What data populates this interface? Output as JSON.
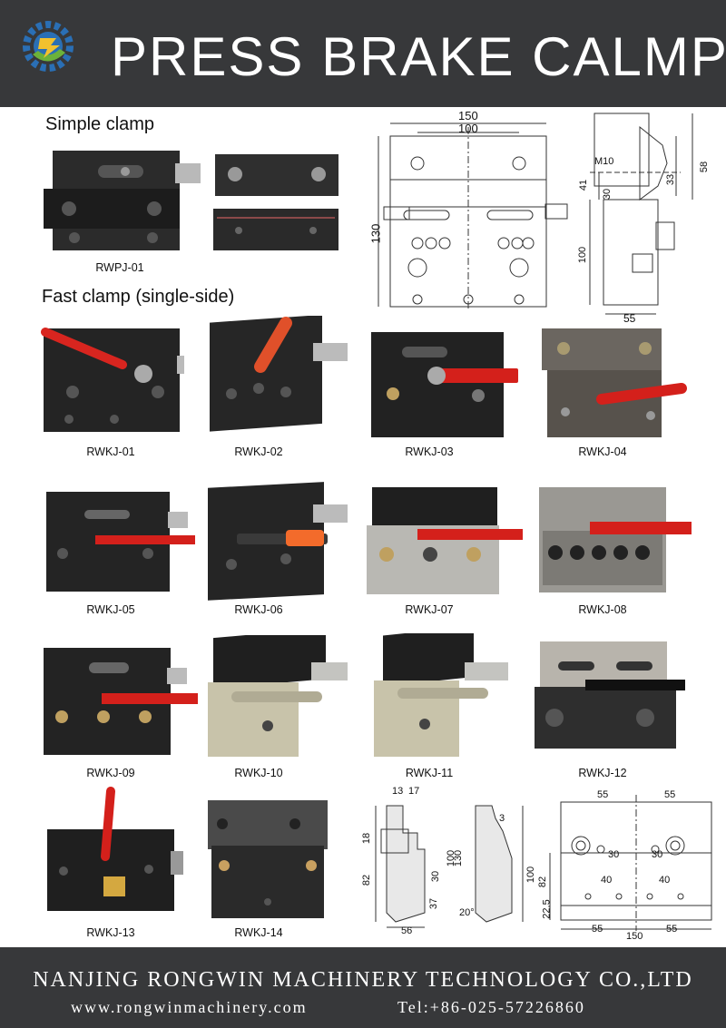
{
  "header": {
    "title": "PRESS BRAKE CALMP"
  },
  "sections": {
    "simple": "Simple clamp",
    "fast": "Fast clamp (single-side)"
  },
  "products": {
    "rwpj01": "RWPJ-01",
    "rwkj01": "RWKJ-01",
    "rwkj02": "RWKJ-02",
    "rwkj03": "RWKJ-03",
    "rwkj04": "RWKJ-04",
    "rwkj05": "RWKJ-05",
    "rwkj06": "RWKJ-06",
    "rwkj07": "RWKJ-07",
    "rwkj08": "RWKJ-08",
    "rwkj09": "RWKJ-09",
    "rwkj10": "RWKJ-10",
    "rwkj11": "RWKJ-11",
    "rwkj12": "RWKJ-12",
    "rwkj13": "RWKJ-13",
    "rwkj14": "RWKJ-14"
  },
  "drawing_top": {
    "front": {
      "w150": "150",
      "w100": "100",
      "h130": "130"
    },
    "side": {
      "m10": "M10",
      "h41": "41",
      "h30": "30",
      "h33": "33",
      "h58": "58",
      "h100": "100",
      "w55": "55"
    }
  },
  "drawing_bottom": {
    "left": {
      "d13": "13",
      "d17": "17",
      "d18": "18",
      "d82": "82",
      "d30": "30",
      "d100": "100",
      "d37": "37",
      "d56": "56",
      "d20": "20°"
    },
    "mid": {
      "d3": "3",
      "d130": "130",
      "d100": "100"
    },
    "right": {
      "d55a": "55",
      "d55b": "55",
      "d30a": "30",
      "d30b": "30",
      "d40a": "40",
      "d40b": "40",
      "d82": "82",
      "d225": "22.5",
      "d55c": "55",
      "d55d": "55",
      "d150": "150"
    }
  },
  "footer": {
    "company": "NANJING RONGWIN MACHINERY TECHNOLOGY CO.,LTD",
    "website": "www.rongwinmachinery.com",
    "tel": "Tel:+86-025-57226860"
  }
}
